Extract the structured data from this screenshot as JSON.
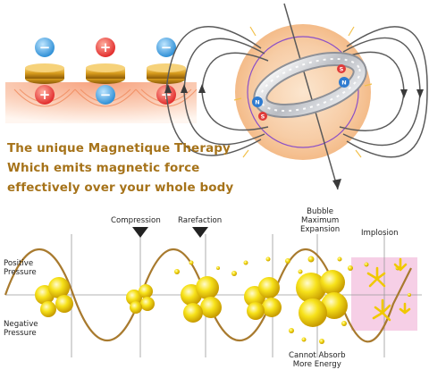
{
  "headline": {
    "line1": "The unique Magnetique Therapy",
    "line2": "Which emits magnetic force",
    "line3": "effectively over your whole body"
  },
  "charges": {
    "negative": "−",
    "positive": "+"
  },
  "ring": {
    "pole_north": "N",
    "pole_south": "S"
  },
  "wave_diagram": {
    "positive_pressure": [
      "Positive",
      "Pressure"
    ],
    "negative_pressure": [
      "Negative",
      "Pressure"
    ],
    "compression": "Compression",
    "rarefaction": "Rarefaction",
    "bubble_max": [
      "Bubble",
      "Maximum",
      "Expansion"
    ],
    "implosion": "Implosion",
    "cannot_absorb": [
      "Cannot Absorb",
      "More Energy"
    ]
  },
  "colors": {
    "headline": "#a6731a",
    "wave": "#a87a2e",
    "bubble": "#f5d400",
    "implosion_bg": "#f6cfe6",
    "charge_positive": "#e63c3c",
    "charge_negative": "#3a9fe0",
    "magnet_gold": "#d79b1c"
  }
}
